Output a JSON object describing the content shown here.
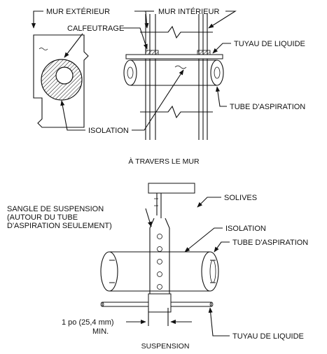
{
  "top": {
    "labels": {
      "mur_exterieur": "MUR EXTÉRIEUR",
      "mur_interieur": "MUR INTÉRIEUR",
      "calfeutrage": "CALFEUTRAGE",
      "tuyau_liquide": "TUYAU DE LIQUIDE",
      "tube_aspiration": "TUBE D'ASPIRATION",
      "isolation": "ISOLATION"
    },
    "caption": "À TRAVERS LE MUR"
  },
  "bottom": {
    "labels": {
      "solives": "SOLIVES",
      "sangle_line1": "SANGLE DE SUSPENSION",
      "sangle_line2": "(AUTOUR DU TUBE",
      "sangle_line3": "D'ASPIRATION SEULEMENT)",
      "isolation": "ISOLATION",
      "tube_aspiration": "TUBE D'ASPIRATION",
      "dim_line1": "1 po (25,4 mm)",
      "dim_line2": "MIN.",
      "tuyau_liquide": "TUYAU DE LIQUIDE"
    },
    "caption": "SUSPENSION"
  }
}
